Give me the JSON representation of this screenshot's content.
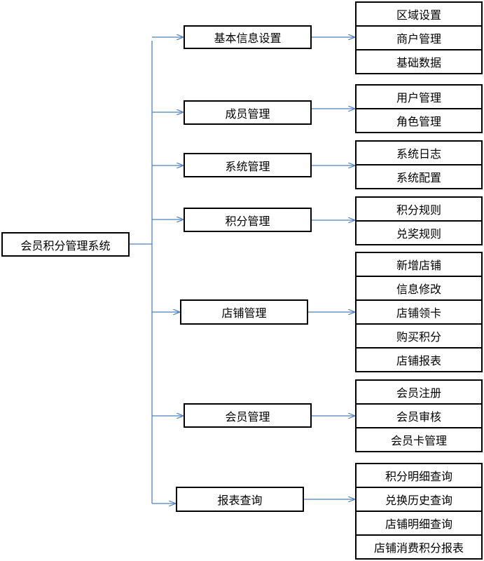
{
  "root": "会员积分管理系统",
  "modules": [
    {
      "label": "基本信息设置",
      "children": [
        "区域设置",
        "商户管理",
        "基础数据"
      ]
    },
    {
      "label": "成员管理",
      "children": [
        "用户管理",
        "角色管理"
      ]
    },
    {
      "label": "系统管理",
      "children": [
        "系统日志",
        "系统配置"
      ]
    },
    {
      "label": "积分管理",
      "children": [
        "积分规则",
        "兑奖规则"
      ]
    },
    {
      "label": "店铺管理",
      "children": [
        "新增店铺",
        "信息修改",
        "店铺领卡",
        "购买积分",
        "店铺报表"
      ]
    },
    {
      "label": "会员管理",
      "children": [
        "会员注册",
        "会员审核",
        "会员卡管理"
      ]
    },
    {
      "label": "报表查询",
      "children": [
        "积分明细查询",
        "兑换历史查询",
        "店铺明细查询",
        "店铺消费积分报表"
      ]
    }
  ],
  "colors": {
    "connector": "#4f81bd",
    "border": "#000000"
  }
}
